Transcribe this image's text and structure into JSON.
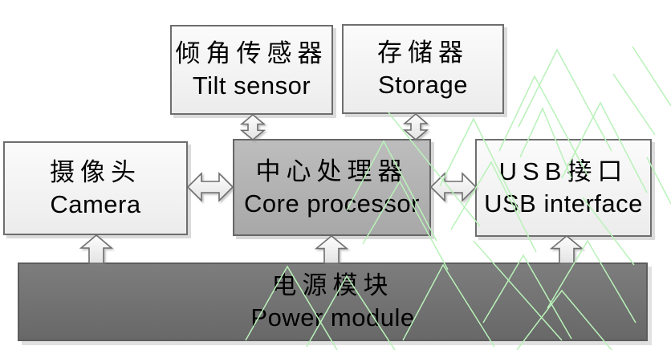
{
  "blocks": {
    "tilt_sensor": {
      "zh": "倾角传感器",
      "en": "Tilt sensor"
    },
    "storage": {
      "zh": "存储器",
      "en": "Storage"
    },
    "camera": {
      "zh": "摄像头",
      "en": "Camera"
    },
    "core_processor": {
      "zh": "中心处理器",
      "en": "Core processor"
    },
    "usb_interface": {
      "zh": "USB接口",
      "en": "USB interface"
    },
    "power_module": {
      "zh": "电源模块",
      "en": "Power module"
    }
  },
  "connections": [
    {
      "from": "tilt_sensor",
      "to": "core_processor",
      "type": "bidirectional"
    },
    {
      "from": "storage",
      "to": "core_processor",
      "type": "bidirectional"
    },
    {
      "from": "camera",
      "to": "core_processor",
      "type": "bidirectional"
    },
    {
      "from": "core_processor",
      "to": "usb_interface",
      "type": "bidirectional"
    },
    {
      "from": "power_module",
      "to": "camera",
      "type": "directed"
    },
    {
      "from": "power_module",
      "to": "core_processor",
      "type": "directed"
    },
    {
      "from": "power_module",
      "to": "usb_interface",
      "type": "directed"
    }
  ],
  "colors": {
    "light_block_fill": "#f1f1f1",
    "processor_block_fill": "#b2b2b2",
    "power_block_fill": "#717171",
    "block_border": "#6e6e6e",
    "watermark": "#b9f2b9",
    "text": "#000000"
  }
}
